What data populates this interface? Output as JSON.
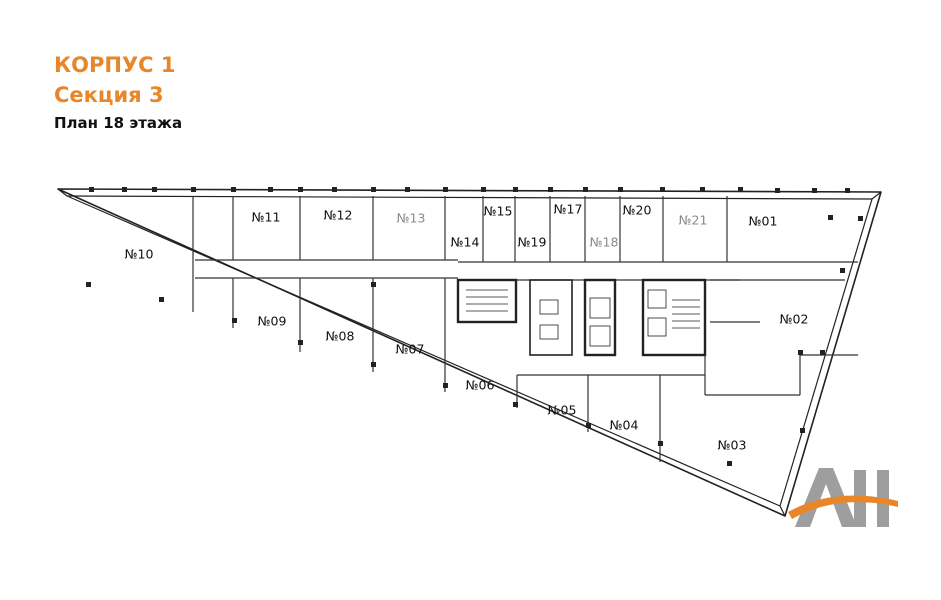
{
  "header": {
    "building": "КОРПУС 1",
    "section": "Секция 3",
    "plan": "План 18 этажа"
  },
  "units": [
    {
      "id": "10",
      "label": "№10",
      "muted": false
    },
    {
      "id": "11",
      "label": "№11",
      "muted": false
    },
    {
      "id": "12",
      "label": "№12",
      "muted": false
    },
    {
      "id": "13",
      "label": "№13",
      "muted": true
    },
    {
      "id": "14",
      "label": "№14",
      "muted": false
    },
    {
      "id": "15",
      "label": "№15",
      "muted": false
    },
    {
      "id": "17",
      "label": "№17",
      "muted": false
    },
    {
      "id": "19",
      "label": "№19",
      "muted": false
    },
    {
      "id": "18",
      "label": "№18",
      "muted": true
    },
    {
      "id": "20",
      "label": "№20",
      "muted": false
    },
    {
      "id": "21",
      "label": "№21",
      "muted": true
    },
    {
      "id": "01",
      "label": "№01",
      "muted": false
    },
    {
      "id": "09",
      "label": "№09",
      "muted": false
    },
    {
      "id": "08",
      "label": "№08",
      "muted": false
    },
    {
      "id": "07",
      "label": "№07",
      "muted": false
    },
    {
      "id": "06",
      "label": "№06",
      "muted": false
    },
    {
      "id": "05",
      "label": "№05",
      "muted": false
    },
    {
      "id": "04",
      "label": "№04",
      "muted": false
    },
    {
      "id": "03",
      "label": "№03",
      "muted": false
    },
    {
      "id": "02",
      "label": "№02",
      "muted": false
    }
  ],
  "colors": {
    "accent": "#e8872a",
    "wall": "#222222",
    "logo_gray": "#9a9a9a",
    "logo_orange": "#e8872a"
  },
  "logo_icon": "ah-logo-icon"
}
